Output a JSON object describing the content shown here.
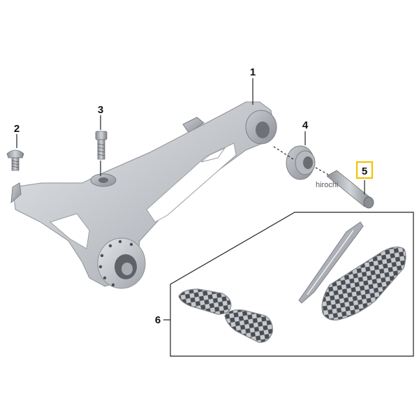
{
  "callouts": {
    "part_1": "1",
    "part_2": "2",
    "part_3": "3",
    "part_4": "4",
    "part_5": "5",
    "part_6": "6"
  },
  "watermark": "hirochi",
  "colors": {
    "highlight": "#f2c200",
    "metal": "#b9bdc2",
    "background": "#ffffff"
  },
  "highlighted_part": "5"
}
